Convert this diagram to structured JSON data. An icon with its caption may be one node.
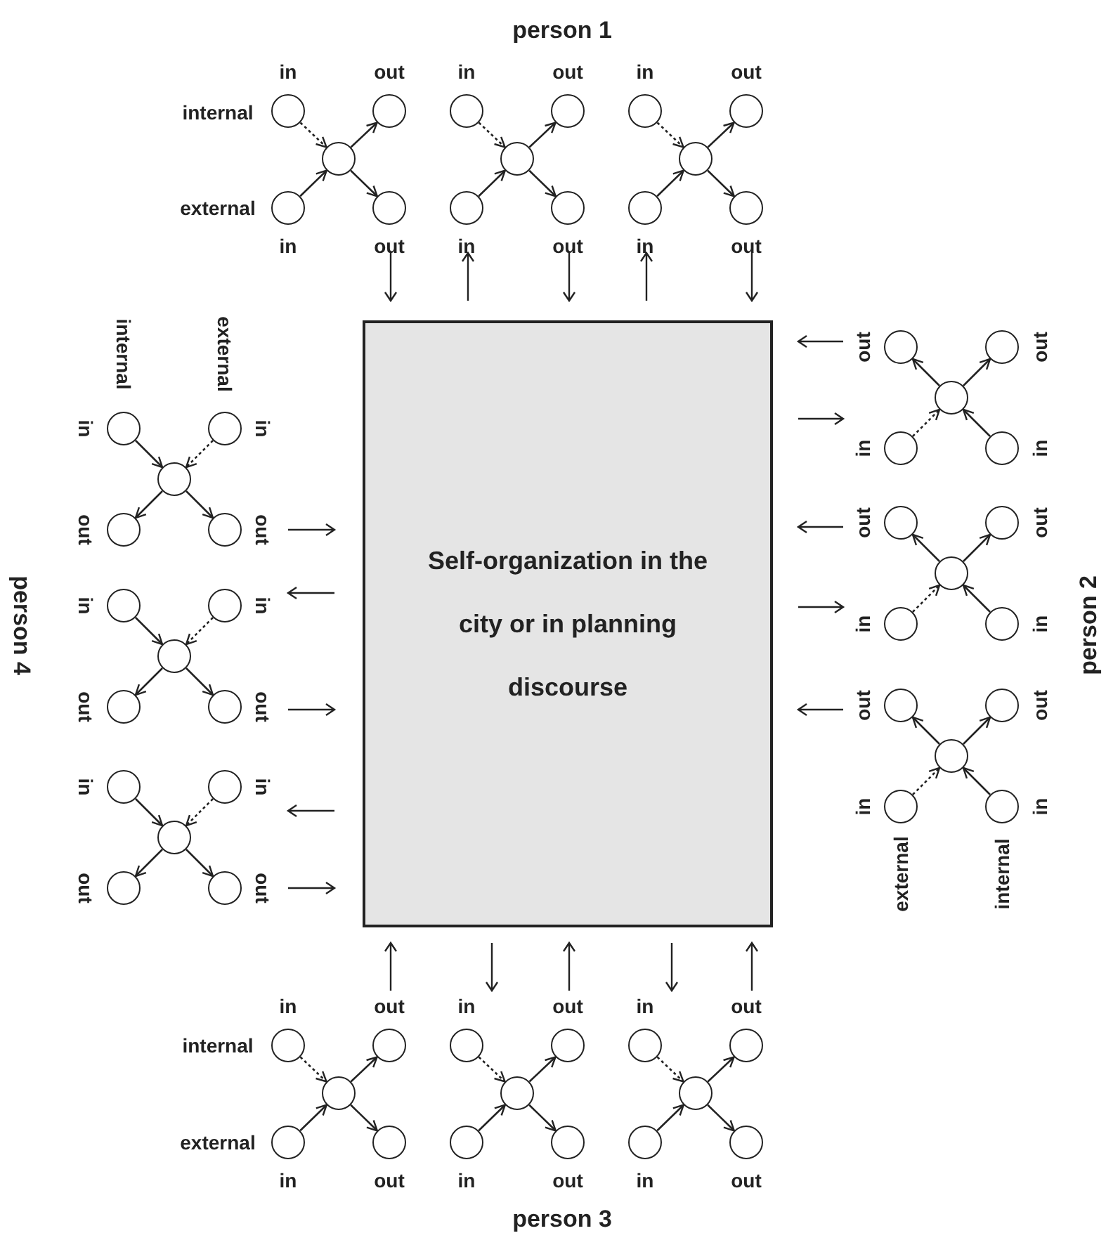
{
  "diagram": {
    "nodes": [
      {
        "text": [
          "Self-organization in the city or in planning discourse"
        ]
      },
      {
        "text": [],
        "shape": "circle",
        "beside": [
          "in"
        ]
      },
      {
        "text": [],
        "shape": "circle",
        "beside": [
          "in"
        ]
      },
      {
        "text": [],
        "shape": "circle"
      },
      {
        "text": [],
        "shape": "circle",
        "beside": [
          "out"
        ]
      },
      {
        "text": [],
        "shape": "circle",
        "beside": [
          "out"
        ]
      },
      {
        "text": [],
        "shape": "circle",
        "beside": [
          "in"
        ]
      },
      {
        "text": [],
        "shape": "circle",
        "beside": [
          "in"
        ]
      },
      {
        "text": [],
        "shape": "circle"
      },
      {
        "text": [],
        "shape": "circle",
        "beside": [
          "out"
        ]
      },
      {
        "text": [],
        "shape": "circle",
        "beside": [
          "out"
        ]
      },
      {
        "text": [],
        "shape": "circle",
        "beside": [
          "in"
        ]
      },
      {
        "text": [],
        "shape": "circle",
        "beside": [
          "in"
        ]
      },
      {
        "text": [],
        "shape": "circle"
      },
      {
        "text": [],
        "shape": "circle",
        "beside": [
          "out"
        ]
      },
      {
        "text": [],
        "shape": "circle",
        "beside": [
          "out"
        ]
      },
      {
        "text": [],
        "shape": "circle",
        "beside": [
          "in"
        ]
      },
      {
        "text": [],
        "shape": "circle",
        "beside": [
          "in"
        ]
      },
      {
        "text": [],
        "shape": "circle"
      },
      {
        "text": [],
        "shape": "circle",
        "beside": [
          "out"
        ]
      },
      {
        "text": [],
        "shape": "circle",
        "beside": [
          "out"
        ]
      },
      {
        "text": [],
        "shape": "circle",
        "beside": [
          "in"
        ]
      },
      {
        "text": [],
        "shape": "circle",
        "beside": [
          "in"
        ]
      },
      {
        "text": [],
        "shape": "circle"
      },
      {
        "text": [],
        "shape": "circle",
        "beside": [
          "out"
        ]
      },
      {
        "text": [],
        "shape": "circle",
        "beside": [
          "out"
        ]
      },
      {
        "text": [],
        "shape": "circle",
        "beside": [
          "in"
        ]
      },
      {
        "text": [],
        "shape": "circle",
        "beside": [
          "in"
        ]
      },
      {
        "text": [],
        "shape": "circle"
      },
      {
        "text": [],
        "shape": "circle",
        "beside": [
          "out"
        ]
      },
      {
        "text": [],
        "shape": "circle",
        "beside": [
          "out"
        ]
      },
      {
        "text": [],
        "shape": "circle",
        "beside": [
          "in"
        ]
      },
      {
        "text": [],
        "shape": "circle",
        "beside": [
          "in"
        ]
      },
      {
        "text": [],
        "shape": "circle"
      },
      {
        "text": [],
        "shape": "circle",
        "beside": [
          "out"
        ]
      },
      {
        "text": [],
        "shape": "circle",
        "beside": [
          "out"
        ]
      },
      {
        "text": [],
        "shape": "circle",
        "beside": [
          "in"
        ]
      },
      {
        "text": [],
        "shape": "circle",
        "beside": [
          "in"
        ]
      },
      {
        "text": [],
        "shape": "circle"
      },
      {
        "text": [],
        "shape": "circle",
        "beside": [
          "out"
        ]
      },
      {
        "text": [],
        "shape": "circle",
        "beside": [
          "out"
        ]
      },
      {
        "text": [],
        "shape": "circle",
        "beside": [
          "in"
        ]
      },
      {
        "text": [],
        "shape": "circle",
        "beside": [
          "in"
        ]
      },
      {
        "text": [],
        "shape": "circle"
      },
      {
        "text": [],
        "shape": "circle",
        "beside": [
          "out"
        ]
      },
      {
        "text": [],
        "shape": "circle",
        "beside": [
          "out"
        ]
      },
      {
        "text": [],
        "shape": "circle",
        "beside": [
          "in"
        ]
      },
      {
        "text": [],
        "shape": "circle",
        "beside": [
          "in"
        ]
      },
      {
        "text": [],
        "shape": "circle"
      },
      {
        "text": [],
        "shape": "circle",
        "beside": [
          "out"
        ]
      },
      {
        "text": [],
        "shape": "circle",
        "beside": [
          "out"
        ]
      },
      {
        "text": [],
        "shape": "circle",
        "beside": [
          "in"
        ]
      },
      {
        "text": [],
        "shape": "circle",
        "beside": [
          "in"
        ]
      },
      {
        "text": [],
        "shape": "circle"
      },
      {
        "text": [],
        "shape": "circle",
        "beside": [
          "out"
        ]
      },
      {
        "text": [],
        "shape": "circle",
        "beside": [
          "out"
        ]
      },
      {
        "text": [],
        "shape": "circle",
        "beside": [
          "in"
        ]
      },
      {
        "text": [],
        "shape": "circle",
        "beside": [
          "in"
        ]
      },
      {
        "text": [],
        "shape": "circle"
      },
      {
        "text": [],
        "shape": "circle",
        "beside": [
          "out"
        ]
      },
      {
        "text": [],
        "shape": "circle",
        "beside": [
          "out"
        ]
      }
    ],
    "edges": [
      {
        "from": 1,
        "to": 3,
        "arrow": "to",
        "style": "dashed"
      },
      {
        "from": 2,
        "to": 3,
        "arrow": "to"
      },
      {
        "from": 3,
        "to": 4,
        "arrow": "to"
      },
      {
        "from": 3,
        "to": 5,
        "arrow": "to"
      },
      {
        "from": 6,
        "to": 8,
        "arrow": "to",
        "style": "dashed"
      },
      {
        "from": 7,
        "to": 8,
        "arrow": "to"
      },
      {
        "from": 8,
        "to": 9,
        "arrow": "to"
      },
      {
        "from": 8,
        "to": 10,
        "arrow": "to"
      },
      {
        "from": 11,
        "to": 13,
        "arrow": "to",
        "style": "dashed"
      },
      {
        "from": 12,
        "to": 13,
        "arrow": "to"
      },
      {
        "from": 13,
        "to": 14,
        "arrow": "to"
      },
      {
        "from": 13,
        "to": 15,
        "arrow": "to"
      },
      {
        "from": 16,
        "to": 18,
        "arrow": "to"
      },
      {
        "from": 17,
        "to": 18,
        "arrow": "to",
        "style": "dashed"
      },
      {
        "from": 18,
        "to": 19,
        "arrow": "to"
      },
      {
        "from": 18,
        "to": 20,
        "arrow": "to"
      },
      {
        "from": 21,
        "to": 23,
        "arrow": "to"
      },
      {
        "from": 22,
        "to": 23,
        "arrow": "to",
        "style": "dashed"
      },
      {
        "from": 23,
        "to": 24,
        "arrow": "to"
      },
      {
        "from": 23,
        "to": 25,
        "arrow": "to"
      },
      {
        "from": 26,
        "to": 28,
        "arrow": "to"
      },
      {
        "from": 27,
        "to": 28,
        "arrow": "to",
        "style": "dashed"
      },
      {
        "from": 28,
        "to": 29,
        "arrow": "to"
      },
      {
        "from": 28,
        "to": 30,
        "arrow": "to"
      },
      {
        "from": 31,
        "to": 33,
        "arrow": "to",
        "style": "dashed"
      },
      {
        "from": 32,
        "to": 33,
        "arrow": "to"
      },
      {
        "from": 33,
        "to": 34,
        "arrow": "to"
      },
      {
        "from": 33,
        "to": 35,
        "arrow": "to"
      },
      {
        "from": 36,
        "to": 38,
        "arrow": "to",
        "style": "dashed"
      },
      {
        "from": 37,
        "to": 38,
        "arrow": "to"
      },
      {
        "from": 38,
        "to": 39,
        "arrow": "to"
      },
      {
        "from": 38,
        "to": 40,
        "arrow": "to"
      },
      {
        "from": 41,
        "to": 43,
        "arrow": "to",
        "style": "dashed"
      },
      {
        "from": 42,
        "to": 43,
        "arrow": "to"
      },
      {
        "from": 43,
        "to": 44,
        "arrow": "to"
      },
      {
        "from": 43,
        "to": 45,
        "arrow": "to"
      },
      {
        "from": 46,
        "to": 48,
        "arrow": "to"
      },
      {
        "from": 47,
        "to": 48,
        "arrow": "to",
        "style": "dashed"
      },
      {
        "from": 48,
        "to": 49,
        "arrow": "to"
      },
      {
        "from": 48,
        "to": 50,
        "arrow": "to"
      },
      {
        "from": 51,
        "to": 53,
        "arrow": "to"
      },
      {
        "from": 52,
        "to": 53,
        "arrow": "to",
        "style": "dashed"
      },
      {
        "from": 53,
        "to": 54,
        "arrow": "to"
      },
      {
        "from": 53,
        "to": 55,
        "arrow": "to"
      },
      {
        "from": 56,
        "to": 58,
        "arrow": "to"
      },
      {
        "from": 57,
        "to": 58,
        "arrow": "to",
        "style": "dashed"
      },
      {
        "from": 58,
        "to": 59,
        "arrow": "to"
      },
      {
        "from": 58,
        "to": 60,
        "arrow": "to"
      }
    ],
    "labels": [
      "person 1",
      "internal",
      "external",
      "internal",
      "external",
      "person 4",
      "person 2",
      "external",
      "internal",
      "internal",
      "external",
      "person 3"
    ]
  }
}
